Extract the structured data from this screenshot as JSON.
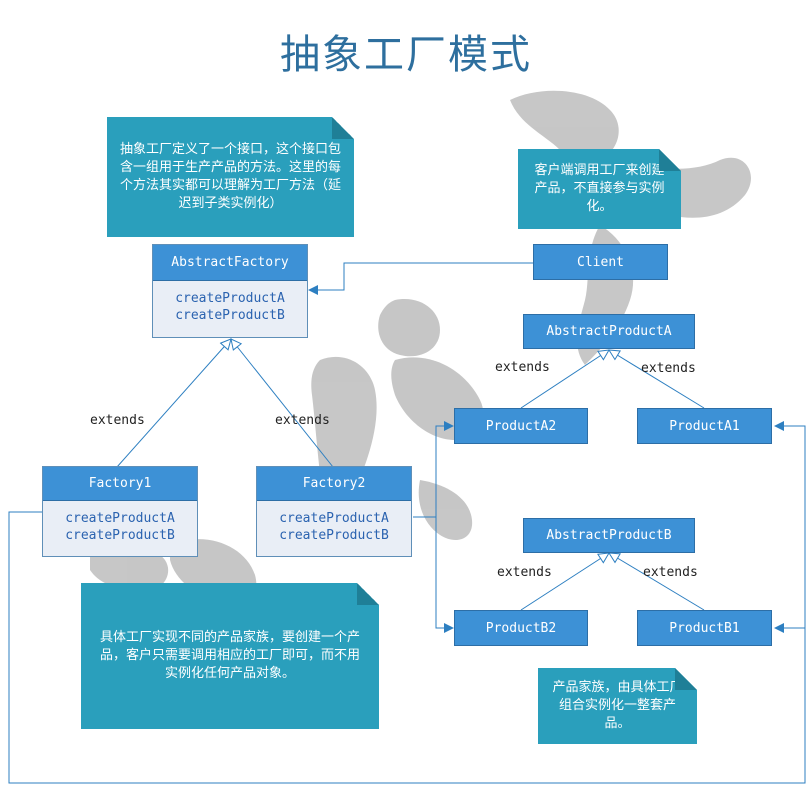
{
  "title": "抽象工厂模式",
  "notes": {
    "factory_note": "抽象工厂定义了一个接口，这个接口包含一组用于生产产品的方法。这里的每个方法其实都可以理解为工厂方法（延迟到子类实例化）",
    "client_note": "客户端调用工厂来创建产品，不直接参与实例化。",
    "concrete_note": "具体工厂实现不同的产品家族，要创建一个产品，客户只需要调用相应的工厂即可，而不用实例化任何产品对象。",
    "family_note": "产品家族，由具体工厂组合实例化一整套产品。"
  },
  "classes": {
    "abstract_factory": {
      "name": "AbstractFactory",
      "methods": [
        "createProductA",
        "createProductB"
      ]
    },
    "factory1": {
      "name": "Factory1",
      "methods": [
        "createProductA",
        "createProductB"
      ]
    },
    "factory2": {
      "name": "Factory2",
      "methods": [
        "createProductA",
        "createProductB"
      ]
    }
  },
  "boxes": {
    "client": "Client",
    "abstract_product_a": "AbstractProductA",
    "product_a2": "ProductA2",
    "product_a1": "ProductA1",
    "abstract_product_b": "AbstractProductB",
    "product_b2": "ProductB2",
    "product_b1": "ProductB1"
  },
  "edge_labels": {
    "factory1_extends": "extends",
    "factory2_extends": "extends",
    "a2_extends": "extends",
    "a1_extends": "extends",
    "b2_extends": "extends",
    "b1_extends": "extends"
  },
  "colors": {
    "note_bg": "#2a9fbc",
    "class_header": "#3d91d6",
    "class_body": "#e9eef6",
    "method_text": "#2b63b0",
    "connector": "#2d7fc1",
    "title": "#2e6f9e"
  }
}
